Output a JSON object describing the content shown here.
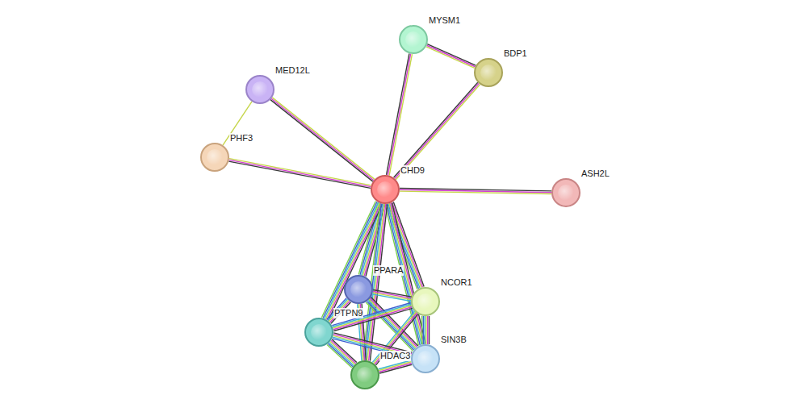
{
  "diagram": {
    "nodes": [
      {
        "text": [
          "MYSM1"
        ]
      },
      {
        "text": [
          "BDP1"
        ]
      },
      {
        "text": [
          "MED12L"
        ]
      },
      {
        "text": [
          "PHF3"
        ]
      },
      {
        "text": [
          "CHD9"
        ]
      },
      {
        "text": [
          "ASH2L"
        ]
      },
      {
        "text": [
          "PPARA"
        ]
      },
      {
        "text": [
          "NCOR1"
        ]
      },
      {
        "text": [
          "PTPN9"
        ]
      },
      {
        "text": [
          "SIN3B"
        ]
      },
      {
        "text": [
          "HDAC3"
        ]
      }
    ],
    "edges": [
      {
        "from": 4,
        "to": 0,
        "arrow": "none"
      },
      {
        "from": 4,
        "to": 1,
        "arrow": "none"
      },
      {
        "from": 4,
        "to": 2,
        "arrow": "none"
      },
      {
        "from": 4,
        "to": 3,
        "arrow": "none"
      },
      {
        "from": 4,
        "to": 5,
        "arrow": "none"
      },
      {
        "from": 4,
        "to": 6,
        "arrow": "none"
      },
      {
        "from": 4,
        "to": 7,
        "arrow": "none"
      },
      {
        "from": 4,
        "to": 8,
        "arrow": "none"
      },
      {
        "from": 4,
        "to": 9,
        "arrow": "none"
      },
      {
        "from": 4,
        "to": 10,
        "arrow": "none"
      },
      {
        "from": 0,
        "to": 1,
        "arrow": "none"
      },
      {
        "from": 2,
        "to": 3,
        "arrow": "none"
      },
      {
        "from": 6,
        "to": 7,
        "arrow": "none"
      },
      {
        "from": 6,
        "to": 8,
        "arrow": "none"
      },
      {
        "from": 6,
        "to": 9,
        "arrow": "none"
      },
      {
        "from": 6,
        "to": 10,
        "arrow": "none"
      },
      {
        "from": 7,
        "to": 8,
        "arrow": "none"
      },
      {
        "from": 7,
        "to": 9,
        "arrow": "none"
      },
      {
        "from": 7,
        "to": 10,
        "arrow": "none"
      },
      {
        "from": 8,
        "to": 9,
        "arrow": "none"
      },
      {
        "from": 8,
        "to": 10,
        "arrow": "none"
      },
      {
        "from": 9,
        "to": 10,
        "arrow": "none"
      }
    ]
  }
}
